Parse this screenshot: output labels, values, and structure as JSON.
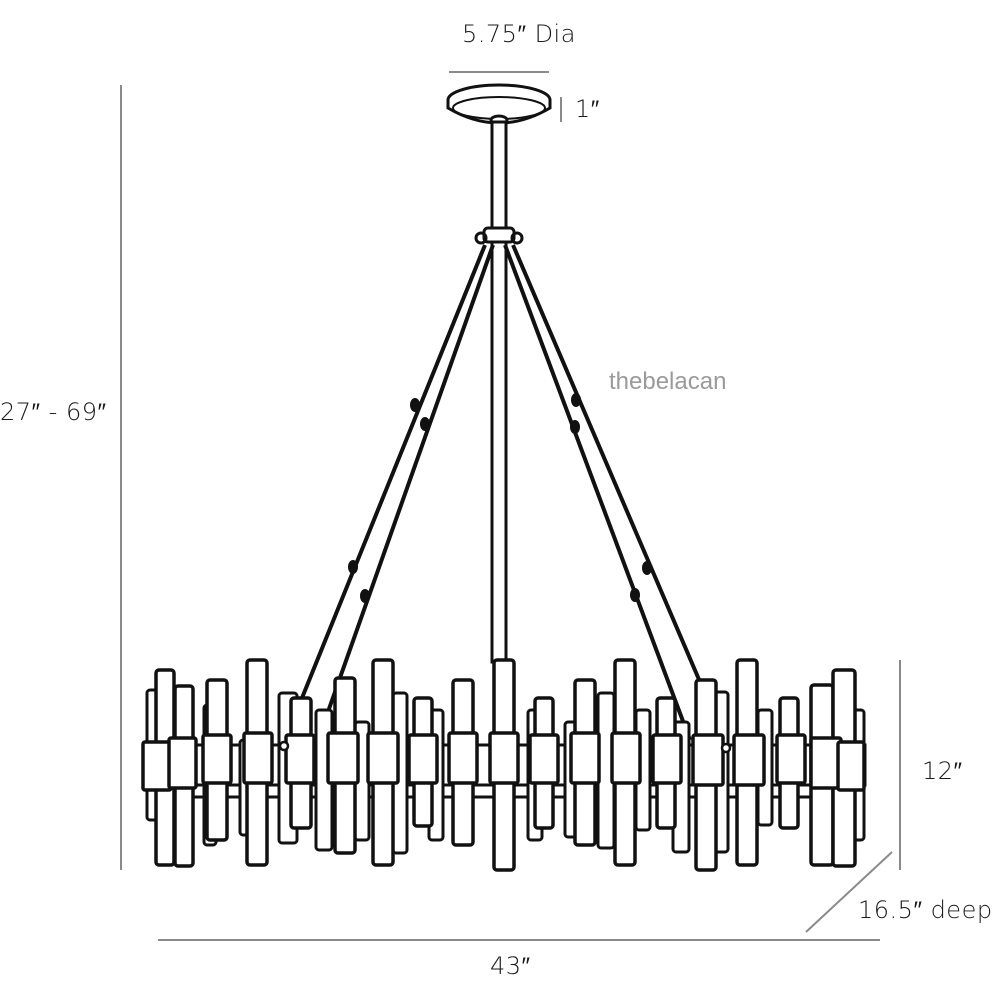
{
  "diagram": {
    "subject": "chandelier dimension drawing",
    "line_color": "#111111",
    "dimension_line_color": "#8a8a8a",
    "watermark": {
      "text": "thebelacan",
      "color": "#9a9a9a"
    },
    "dimensions": {
      "canopy_diameter": "5.75″ Dia",
      "canopy_height": "1″",
      "overall_height": "27″ - 69″",
      "body_height": "12″",
      "depth": "16.5″ deep",
      "width": "43″"
    },
    "components": {
      "canopy": "round ceiling canopy",
      "downrod": "center stem",
      "arms": 4,
      "ring": "circular band of vertical glass bars"
    }
  }
}
